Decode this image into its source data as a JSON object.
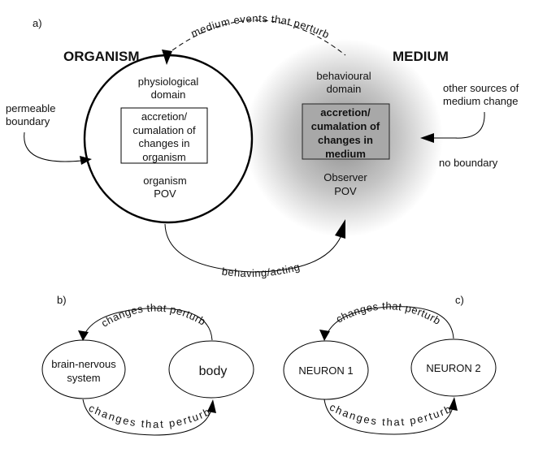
{
  "panel_a": {
    "label": "a)",
    "organism": {
      "title": "ORGANISM",
      "domain": [
        "physiological",
        "domain"
      ],
      "box": [
        "accretion/",
        "cumalation of",
        "changes in",
        "organism"
      ],
      "pov": [
        "organism",
        "POV"
      ]
    },
    "medium": {
      "title": "MEDIUM",
      "domain": [
        "behavioural",
        "domain"
      ],
      "box": [
        "accretion/",
        "cumalation of",
        "changes in",
        "medium"
      ],
      "pov": [
        "Observer",
        "POV"
      ]
    },
    "permeable_boundary": [
      "permeable",
      "boundary"
    ],
    "other_sources": [
      "other sources of",
      "medium change"
    ],
    "no_boundary": "no boundary",
    "top_arrow_label": "medium events that perturb",
    "bottom_arrow_label": "behaving/acting",
    "colors": {
      "medium_center": "#8c8c8c",
      "medium_edge": "#ffffff",
      "box_fill": "#a8a8a8"
    }
  },
  "panel_b": {
    "label": "b)",
    "left_node": [
      "brain-nervous",
      "system"
    ],
    "right_node": "body",
    "top_arrow_label": "changes that perturb",
    "bottom_arrow_label": "changes that perturb"
  },
  "panel_c": {
    "label": "c)",
    "left_node": "NEURON  1",
    "right_node": "NEURON 2",
    "top_arrow_label": "changes that perturb",
    "bottom_arrow_label": "changes that perturb"
  }
}
